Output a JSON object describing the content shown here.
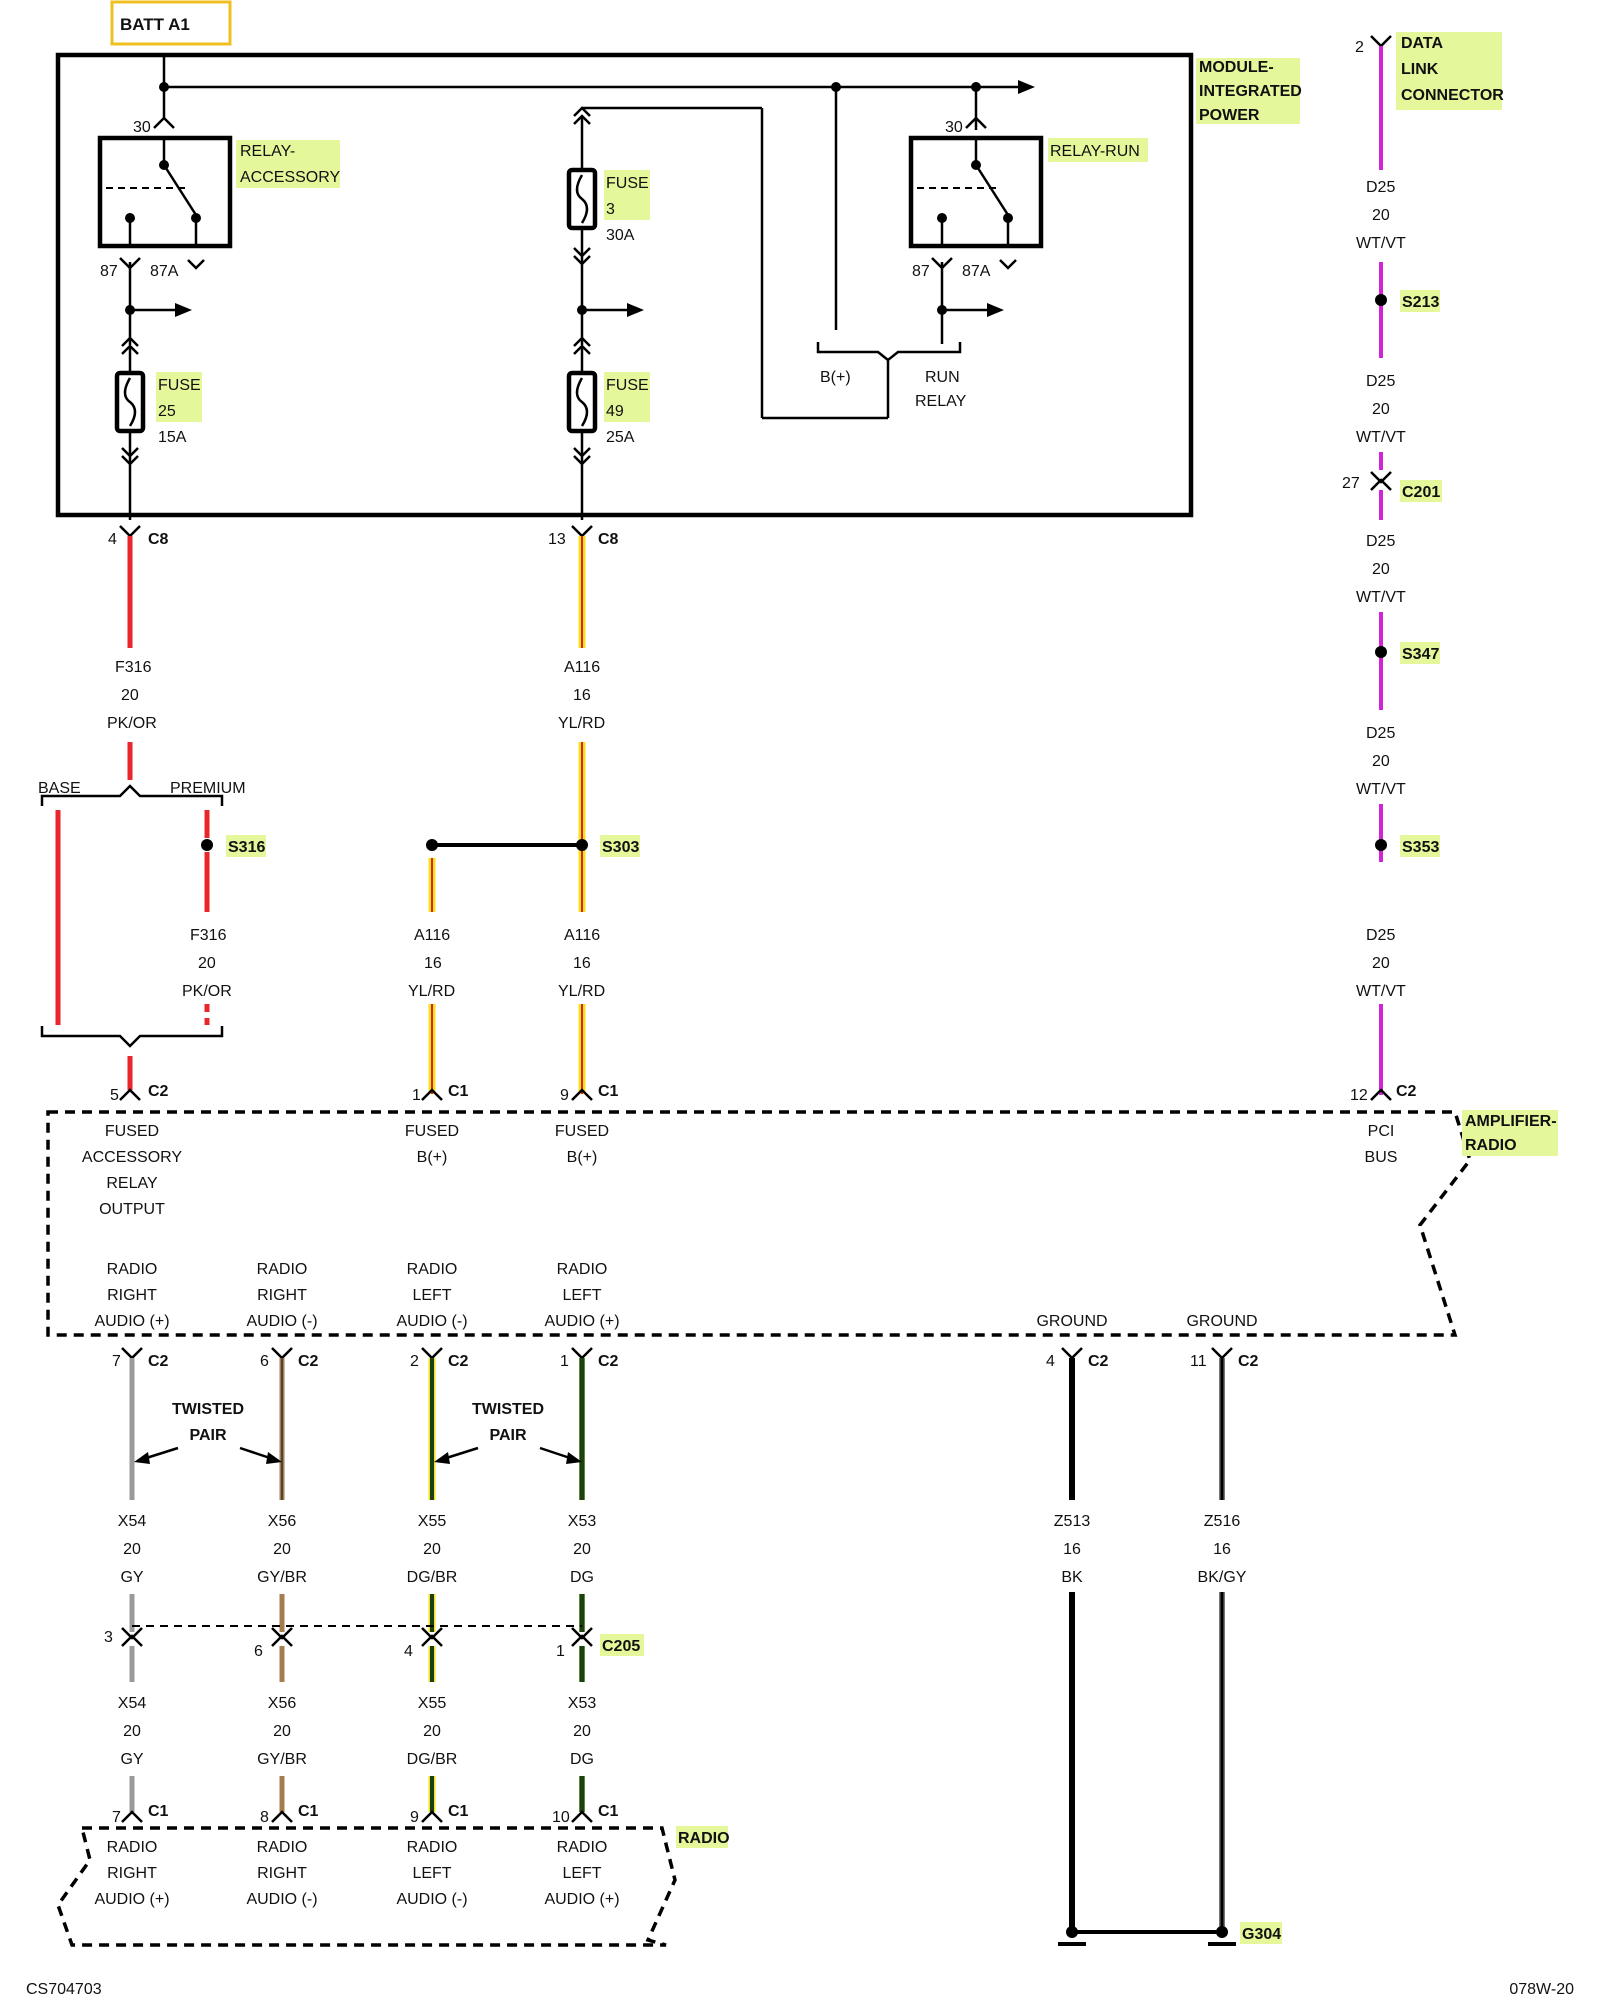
{
  "batt_label": "BATT A1",
  "module": {
    "name_lines": [
      "MODULE-",
      "INTEGRATED",
      "POWER"
    ],
    "relay_accessory": {
      "name_lines": [
        "RELAY-",
        "ACCESSORY"
      ],
      "pin_30": "30",
      "pin_87": "87",
      "pin_87a": "87A"
    },
    "relay_run": {
      "name": "RELAY-RUN",
      "pin_30": "30",
      "pin_87": "87",
      "pin_87a": "87A"
    },
    "fuse_3": {
      "name": "FUSE",
      "number": "3",
      "rating": "30A"
    },
    "fuse_25": {
      "name": "FUSE",
      "number": "25",
      "rating": "15A"
    },
    "fuse_49": {
      "name": "FUSE",
      "number": "49",
      "rating": "25A"
    },
    "brace_bplus": "B(+)",
    "run_relay_lines": [
      "RUN",
      "RELAY"
    ]
  },
  "dlc": {
    "pin": "2",
    "name_lines": [
      "DATA",
      "LINK",
      "CONNECTOR"
    ]
  },
  "circuits": {
    "f316": {
      "id": "F316",
      "gauge": "20",
      "color": "PK/OR"
    },
    "a116": {
      "id": "A116",
      "gauge": "16",
      "color": "YL/RD"
    },
    "d25": {
      "id": "D25",
      "gauge": "20",
      "color": "WT/VT"
    },
    "x54": {
      "id": "X54",
      "gauge": "20",
      "color": "GY"
    },
    "x56": {
      "id": "X56",
      "gauge": "20",
      "color": "GY/BR"
    },
    "x55": {
      "id": "X55",
      "gauge": "20",
      "color": "DG/BR"
    },
    "x53": {
      "id": "X53",
      "gauge": "20",
      "color": "DG"
    },
    "z513": {
      "id": "Z513",
      "gauge": "16",
      "color": "BK"
    },
    "z516": {
      "id": "Z516",
      "gauge": "16",
      "color": "BK/GY"
    }
  },
  "connectors": {
    "c8": "C8",
    "c1": "C1",
    "c2": "C2",
    "c201": "C201",
    "c205": "C205"
  },
  "pins": {
    "c8_f316": "4",
    "c8_a116": "13",
    "c201_d25": "27",
    "amp_c2_f316": "5",
    "amp_c1_a": "1",
    "amp_c1_b": "9",
    "amp_c2_d25": "12",
    "amp_c2_x54": "7",
    "amp_c2_x56": "6",
    "amp_c2_x55": "2",
    "amp_c2_x53": "1",
    "amp_c2_z513": "4",
    "amp_c2_z516": "11",
    "c205_x54": "3",
    "c205_x56": "6",
    "c205_x55": "4",
    "c205_x53": "1",
    "radio_c1_x54": "7",
    "radio_c1_x56": "8",
    "radio_c1_x55": "9",
    "radio_c1_x53": "10"
  },
  "splices": {
    "s213": "S213",
    "s347": "S347",
    "s353": "S353",
    "s316": "S316",
    "s303": "S303"
  },
  "options": {
    "base": "BASE",
    "premium": "PREMIUM"
  },
  "amplifier": {
    "name_lines": [
      "AMPLIFIER-",
      "RADIO"
    ],
    "fused_accessory_lines": [
      "FUSED",
      "ACCESSORY",
      "RELAY",
      "OUTPUT"
    ],
    "fused_bplus_lines": [
      "FUSED",
      "B(+)"
    ],
    "pci_bus_lines": [
      "PCI",
      "BUS"
    ],
    "right_plus_lines": [
      "RADIO",
      "RIGHT",
      "AUDIO (+)"
    ],
    "right_minus_lines": [
      "RADIO",
      "RIGHT",
      "AUDIO (-)"
    ],
    "left_minus_lines": [
      "RADIO",
      "LEFT",
      "AUDIO (-)"
    ],
    "left_plus_lines": [
      "RADIO",
      "LEFT",
      "AUDIO (+)"
    ],
    "ground": "GROUND"
  },
  "twisted_pair_lines": [
    "TWISTED",
    "PAIR"
  ],
  "radio": {
    "name": "RADIO",
    "right_plus_lines": [
      "RADIO",
      "RIGHT",
      "AUDIO (+)"
    ],
    "right_minus_lines": [
      "RADIO",
      "RIGHT",
      "AUDIO (-)"
    ],
    "left_minus_lines": [
      "RADIO",
      "LEFT",
      "AUDIO (-)"
    ],
    "left_plus_lines": [
      "RADIO",
      "LEFT",
      "AUDIO (+)"
    ]
  },
  "ground_label": "G304",
  "footer": {
    "left": "CS704703",
    "right": "078W-20"
  },
  "colors": {
    "pink_orange": "#e8262c",
    "yellow": "#f5e21a",
    "red_stripe": "#d6251c",
    "violet": "#d423d6",
    "gray": "#9a9a9a",
    "brown": "#a47c4d",
    "green_dark": "#1d3f12",
    "black": "#000000",
    "highlight": "#e4f79a"
  }
}
